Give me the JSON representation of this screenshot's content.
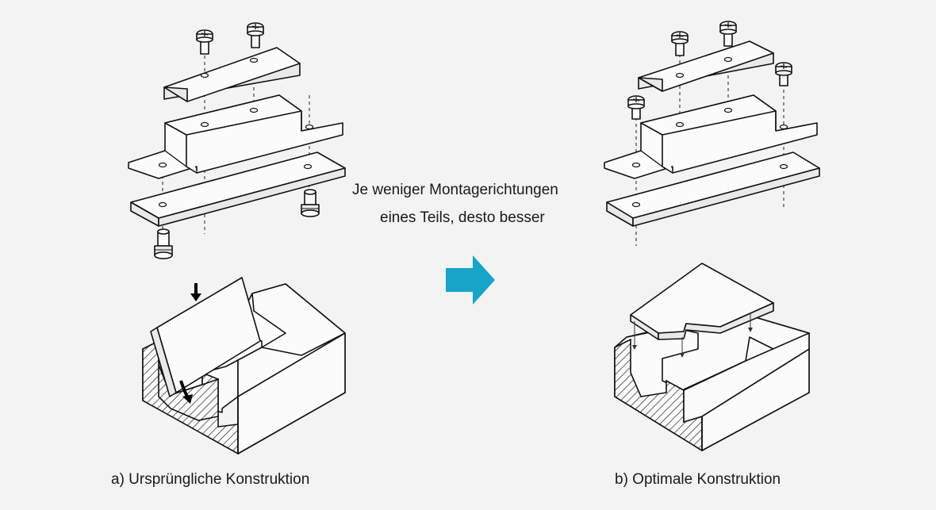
{
  "center_text": {
    "line1": "Je weniger Montagerichtungen",
    "line2": "eines Teils, desto besser"
  },
  "captions": {
    "a": "a) Ursprüngliche Konstruktion",
    "b": "b) Optimale Konstruktion"
  },
  "colors": {
    "arrow": "#16a5c8",
    "background": "#f3f3f3",
    "text": "#1a1a1a"
  },
  "icons": {
    "transition_arrow": "arrow-right-icon"
  }
}
